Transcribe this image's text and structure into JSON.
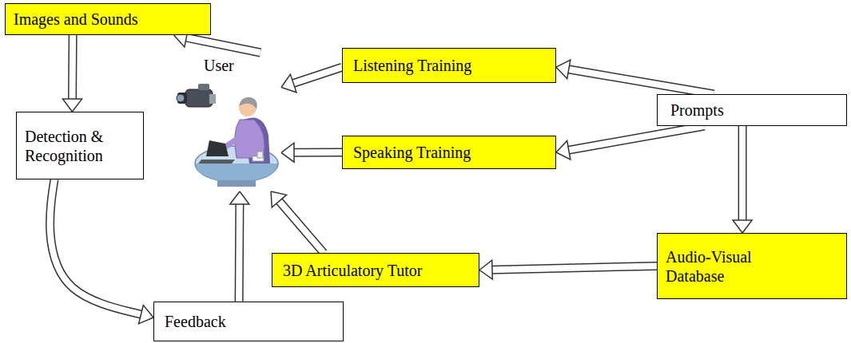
{
  "diagram": {
    "nodes": [
      {
        "text": [
          "Images and Sounds"
        ]
      },
      {
        "text": [
          "User"
        ]
      },
      {
        "text": [
          "Listening Training"
        ]
      },
      {
        "text": [
          "Prompts"
        ]
      },
      {
        "text": [
          "Detection & Recognition"
        ]
      },
      {
        "text": [
          "Speaking Training"
        ]
      },
      {
        "text": [
          "3D Articulatory Tutor"
        ]
      },
      {
        "text": [
          "Audio-Visual Database"
        ]
      },
      {
        "text": [
          "Feedback"
        ]
      }
    ],
    "edges": [
      {
        "from": 1,
        "to": 0,
        "arrow": "to"
      },
      {
        "from": 0,
        "to": 4,
        "arrow": "to"
      },
      {
        "from": 4,
        "to": 8,
        "arrow": "to"
      },
      {
        "from": 8,
        "to": 1,
        "arrow": "to"
      },
      {
        "from": 2,
        "to": 1,
        "arrow": "to"
      },
      {
        "from": 5,
        "to": 1,
        "arrow": "to"
      },
      {
        "from": 6,
        "to": 1,
        "arrow": "to"
      },
      {
        "from": 3,
        "to": 2,
        "arrow": "to"
      },
      {
        "from": 3,
        "to": 5,
        "arrow": "to"
      },
      {
        "from": 3,
        "to": 7,
        "arrow": "to"
      },
      {
        "from": 7,
        "to": 6,
        "arrow": "to"
      }
    ]
  }
}
